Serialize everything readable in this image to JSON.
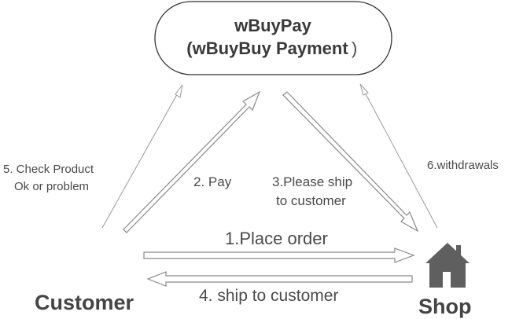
{
  "node": {
    "line1": "wBuyPay",
    "line2": "(wBuyBuy Payment",
    "line2_close": ")"
  },
  "parties": {
    "customer": "Customer",
    "shop": "Shop"
  },
  "steps": {
    "s1": "1.Place order",
    "s2": "2. Pay",
    "s3_line1": "3.Please ship",
    "s3_line2": "to customer",
    "s4": "4. ship to customer",
    "s5_line1": "5. Check Product",
    "s5_line2": "Ok or problem",
    "s6": "6.withdrawals"
  },
  "icons": {
    "shop": "house-icon"
  },
  "colors": {
    "arrow_outline": "#8a8a8a",
    "text": "#4a4a4a",
    "house": "#5f5f5f"
  }
}
